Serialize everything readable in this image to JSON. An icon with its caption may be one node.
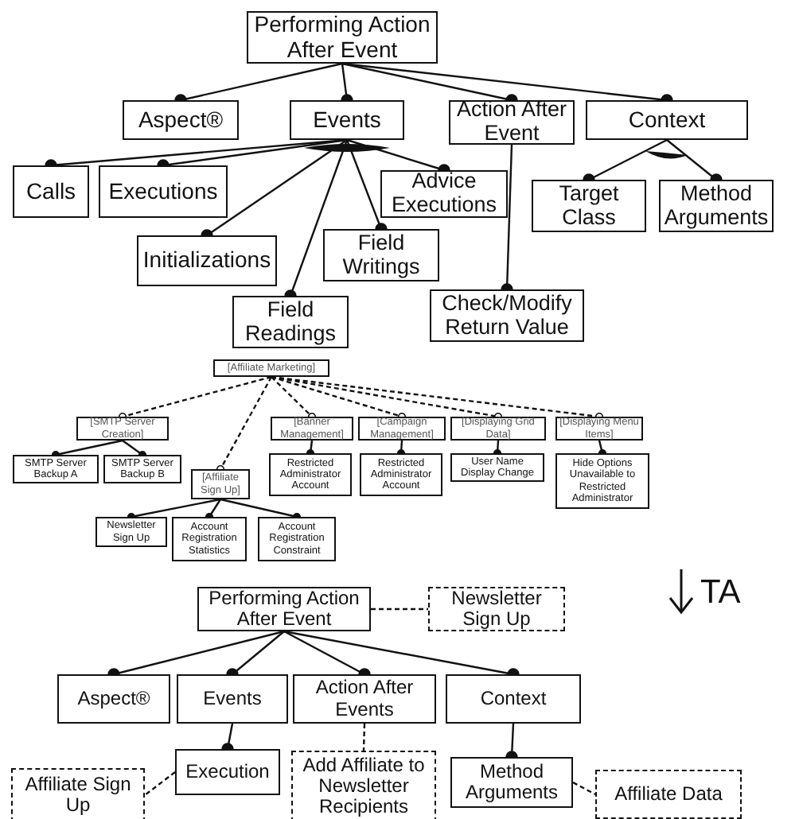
{
  "diagram": {
    "nodes": [
      {
        "text": [
          "Performing Action After Event"
        ]
      },
      {
        "text": [
          "Aspect®"
        ]
      },
      {
        "text": [
          "Events"
        ]
      },
      {
        "text": [
          "Action After Event"
        ]
      },
      {
        "text": [
          "Context"
        ]
      },
      {
        "text": [
          "Calls"
        ]
      },
      {
        "text": [
          "Executions"
        ]
      },
      {
        "text": [
          "Advice Executions"
        ]
      },
      {
        "text": [
          "Target Class"
        ]
      },
      {
        "text": [
          "Method Arguments"
        ]
      },
      {
        "text": [
          "Initializations"
        ]
      },
      {
        "text": [
          "Field Writings"
        ]
      },
      {
        "text": [
          "Field Readings"
        ]
      },
      {
        "text": [
          "Check/Modify Return Value"
        ]
      },
      {
        "text": [
          "[Affiliate Marketing]"
        ]
      },
      {
        "text": [
          "[SMTP Server Creation]"
        ]
      },
      {
        "text": [
          "[Banner Management]"
        ]
      },
      {
        "text": [
          "[Campaign Management]"
        ]
      },
      {
        "text": [
          "[Displaying Grid Data]"
        ]
      },
      {
        "text": [
          "[Displaying Menu Items]"
        ]
      },
      {
        "text": [
          "SMTP Server Backup A"
        ]
      },
      {
        "text": [
          "SMTP Server Backup B"
        ]
      },
      {
        "text": [
          "[Affiliate Sign Up]"
        ]
      },
      {
        "text": [
          "Restricted Administrator Account"
        ]
      },
      {
        "text": [
          "Restricted Administrator Account"
        ]
      },
      {
        "text": [
          "User Name Display Change"
        ]
      },
      {
        "text": [
          "Hide Options Unavailable to Restricted Administrator"
        ]
      },
      {
        "text": [
          "Newsletter Sign Up"
        ]
      },
      {
        "text": [
          "Account Registration Statistics"
        ]
      },
      {
        "text": [
          "Account Registration Constraint"
        ]
      },
      {
        "text": [
          "Performing Action After Event"
        ]
      },
      {
        "text": [
          "Newsletter Sign Up"
        ]
      },
      {
        "text": [
          "Aspect®"
        ]
      },
      {
        "text": [
          "Events"
        ]
      },
      {
        "text": [
          "Action After Events"
        ]
      },
      {
        "text": [
          "Context"
        ]
      },
      {
        "text": [
          "Affiliate Sign Up"
        ]
      },
      {
        "text": [
          "Execution"
        ]
      },
      {
        "text": [
          "Add Affiliate to Newsletter Recipients"
        ]
      },
      {
        "text": [
          "Method Arguments"
        ]
      },
      {
        "text": [
          "Affiliate Data"
        ]
      }
    ],
    "edges": [
      {
        "from": 0,
        "to": 1,
        "arrow": "other"
      },
      {
        "from": 0,
        "to": 2,
        "arrow": "other"
      },
      {
        "from": 0,
        "to": 3,
        "arrow": "other"
      },
      {
        "from": 0,
        "to": 4,
        "arrow": "other"
      },
      {
        "from": 2,
        "to": 5,
        "arrow": "other"
      },
      {
        "from": 2,
        "to": 6,
        "arrow": "other"
      },
      {
        "from": 2,
        "to": 10,
        "arrow": "other"
      },
      {
        "from": 2,
        "to": 12,
        "arrow": "other"
      },
      {
        "from": 2,
        "to": 11,
        "arrow": "other"
      },
      {
        "from": 2,
        "to": 7,
        "arrow": "other"
      },
      {
        "from": 4,
        "to": 8,
        "arrow": "other"
      },
      {
        "from": 4,
        "to": 9,
        "arrow": "other"
      },
      {
        "from": 3,
        "to": 13,
        "arrow": "other"
      },
      {
        "from": 14,
        "to": 15,
        "arrow": "other",
        "style": "dashed"
      },
      {
        "from": 14,
        "to": 22,
        "arrow": "other",
        "style": "dashed"
      },
      {
        "from": 14,
        "to": 16,
        "arrow": "other",
        "style": "dashed"
      },
      {
        "from": 14,
        "to": 17,
        "arrow": "other",
        "style": "dashed"
      },
      {
        "from": 14,
        "to": 18,
        "arrow": "other",
        "style": "dashed"
      },
      {
        "from": 14,
        "to": 19,
        "arrow": "other",
        "style": "dashed"
      },
      {
        "from": 15,
        "to": 20,
        "arrow": "other"
      },
      {
        "from": 15,
        "to": 21,
        "arrow": "other"
      },
      {
        "from": 16,
        "to": 23,
        "arrow": "other"
      },
      {
        "from": 17,
        "to": 24,
        "arrow": "other"
      },
      {
        "from": 18,
        "to": 25,
        "arrow": "other"
      },
      {
        "from": 19,
        "to": 26,
        "arrow": "other"
      },
      {
        "from": 22,
        "to": 27,
        "arrow": "other"
      },
      {
        "from": 22,
        "to": 28,
        "arrow": "other"
      },
      {
        "from": 22,
        "to": 29,
        "arrow": "other"
      },
      {
        "from": 30,
        "to": 32,
        "arrow": "other"
      },
      {
        "from": 30,
        "to": 33,
        "arrow": "other"
      },
      {
        "from": 30,
        "to": 34,
        "arrow": "other"
      },
      {
        "from": 30,
        "to": 35,
        "arrow": "other"
      },
      {
        "from": 30,
        "to": 31,
        "arrow": "none",
        "style": "dashed"
      },
      {
        "from": 33,
        "to": 37,
        "arrow": "other"
      },
      {
        "from": 35,
        "to": 39,
        "arrow": "other"
      },
      {
        "from": 34,
        "to": 38,
        "arrow": "none",
        "style": "dashed"
      },
      {
        "from": 37,
        "to": 36,
        "arrow": "none",
        "style": "dashed"
      },
      {
        "from": 39,
        "to": 40,
        "arrow": "none",
        "style": "dashed"
      }
    ],
    "labels": [
      "TA"
    ]
  }
}
